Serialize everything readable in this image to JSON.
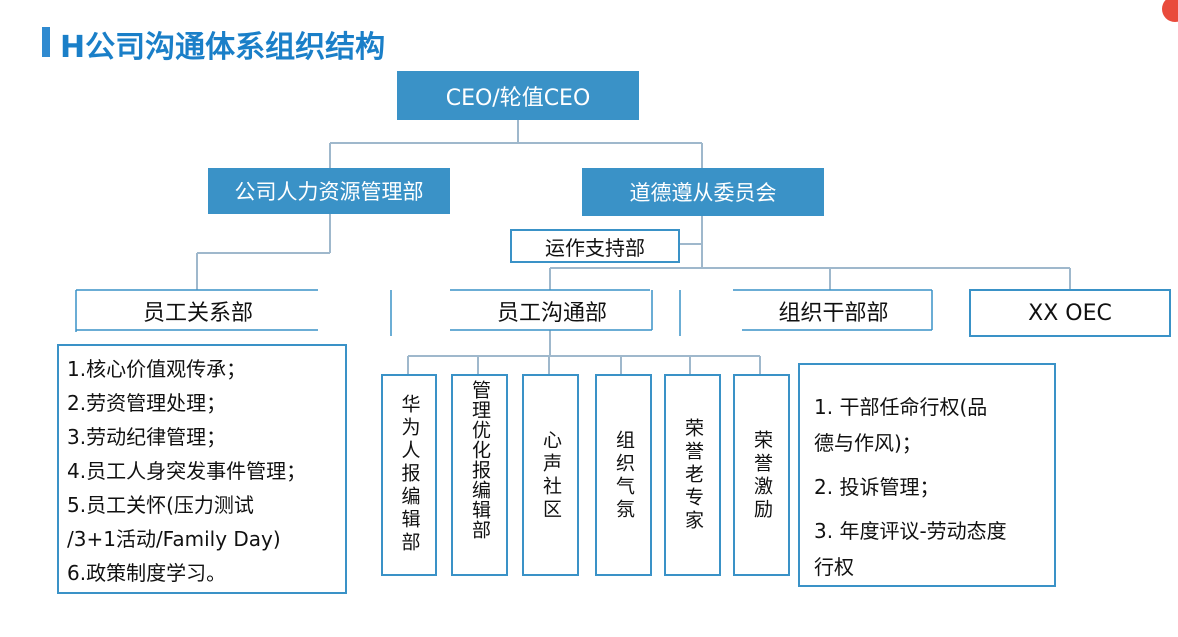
{
  "page": {
    "title": "H公司沟通体系组织结构"
  },
  "nodes": {
    "ceo": "CEO/轮值CEO",
    "hr": "公司人力资源管理部",
    "ethics": "道德遵从委员会",
    "ops": "运作支持部",
    "employee_relations": "员工关系部",
    "employee_comm": "员工沟通部",
    "cadre": "组织干部部",
    "oec": "XX OEC"
  },
  "comm_subunits": [
    "华为人报编辑部",
    "管理优化报编辑部",
    "心声社区",
    "组织气氛",
    "荣誉老专家",
    "荣誉激励"
  ],
  "employee_relations_duties": [
    "1.核心价值观传承；",
    "2.劳资管理处理；",
    "3.劳动纪律管理；",
    "4.员工人身突发事件管理；",
    "5.员工关怀(压力测试\n/3+1活动/Family Day)",
    "6.政策制度学习。"
  ],
  "cadre_duties": [
    "1. 干部任命行权(品\n德与作风)；",
    "2. 投诉管理；",
    "3. 年度评议-劳动态度\n行权"
  ],
  "colors": {
    "accent": "#3a92c7",
    "title": "#1a7fc8",
    "line": "#9fb8cc"
  }
}
